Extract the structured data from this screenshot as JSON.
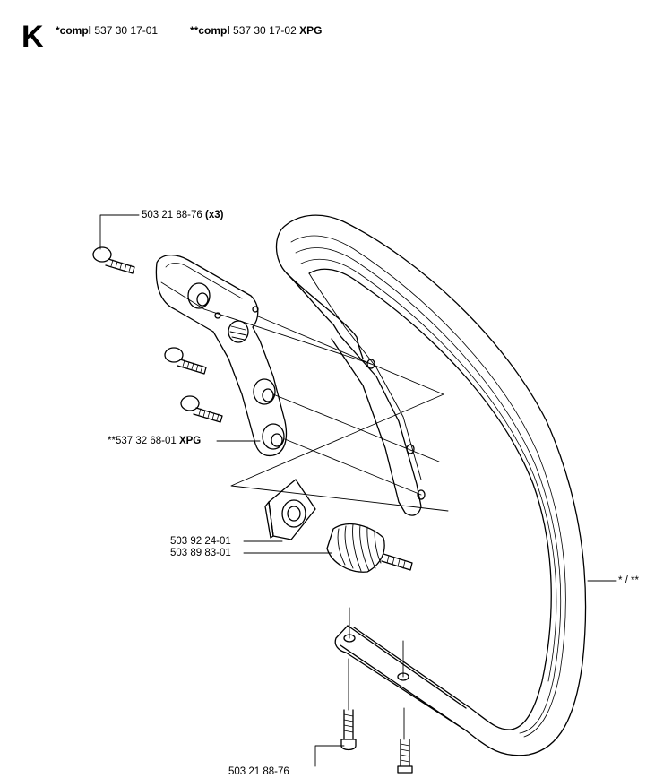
{
  "header": {
    "section": "K",
    "compl_1_prefix": "*compl",
    "compl_1_number": "537 30 17-01",
    "compl_2_prefix": "**compl",
    "compl_2_number": "537 30 17-02",
    "compl_2_suffix": "XPG"
  },
  "labels": {
    "screw_top_number": "503 21 88-76",
    "screw_top_qty": "(x3)",
    "bracket_number": "**537 32 68-01",
    "bracket_suffix": "XPG",
    "damper_holder": "503 92 24-01",
    "spring": "503 89 83-01",
    "handle": "* / **",
    "screw_bottom": "503 21 88-76"
  }
}
